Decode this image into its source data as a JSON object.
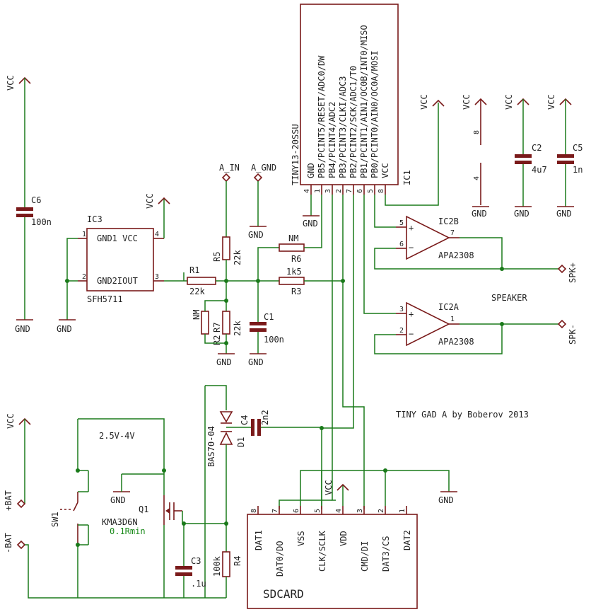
{
  "colors": {
    "wire": "#1a7a1a",
    "part": "#7a1a1a",
    "text": "#222222"
  },
  "title": "TINY GAD A by Boberov 2013",
  "labels": {
    "speaker": "SPEAKER",
    "voltage_range": "2.5V-4V",
    "spk_plus": "SPK+",
    "spk_minus": "SPK-",
    "bat_plus": "+BAT",
    "bat_minus": "-BAT",
    "a_in": "A_IN",
    "a_gnd": "A_GND"
  },
  "power": {
    "vcc": "VCC",
    "gnd": "GND"
  },
  "ic1": {
    "ref": "IC1",
    "part": "TINY13-20SSU",
    "pins": [
      {
        "num": "4",
        "name": "GND"
      },
      {
        "num": "1",
        "name": "PB5/PCINT5/RESET/ADC0/DW"
      },
      {
        "num": "3",
        "name": "PB4/PCINT4/ADC2"
      },
      {
        "num": "2",
        "name": "PB3/PCINT3/CLKI/ADC3"
      },
      {
        "num": "7",
        "name": "PB2/PCINT2/SCK/ADC1/T0"
      },
      {
        "num": "6",
        "name": "PB1/PCINT1/AIN1/OC0B/INT0/MISO"
      },
      {
        "num": "5",
        "name": "PB0/PCINT0/AIN0/OC0A/MOSI"
      },
      {
        "num": "8",
        "name": "VCC"
      }
    ]
  },
  "ic2b": {
    "ref": "IC2B",
    "part": "APA2308",
    "pin_plus": "5",
    "pin_minus": "6",
    "pin_out": "7",
    "pin_v8": "8",
    "pin_v4": "4"
  },
  "ic2a": {
    "ref": "IC2A",
    "part": "APA2308",
    "pin_plus": "3",
    "pin_minus": "2",
    "pin_out": "1"
  },
  "ic3": {
    "ref": "IC3",
    "part": "SFH5711",
    "pin1": "1",
    "pin2": "2",
    "pin3": "3",
    "pin4": "4",
    "gnd1_vcc": "GND1 VCC",
    "gnd2_iout": "GND2IOUT"
  },
  "components": {
    "c1": {
      "ref": "C1",
      "value": "100n"
    },
    "c2": {
      "ref": "C2",
      "value": "4u7"
    },
    "c3": {
      "ref": "C3",
      "value": ".1u"
    },
    "c4": {
      "ref": "C4",
      "value": "2n2"
    },
    "c5": {
      "ref": "C5",
      "value": "1n"
    },
    "c6": {
      "ref": "C6",
      "value": "100n"
    },
    "r1": {
      "ref": "R1",
      "value": "22k"
    },
    "r2": {
      "ref": "R2",
      "value": "NM"
    },
    "r3": {
      "ref": "R3",
      "value": "1k5"
    },
    "r4": {
      "ref": "R4",
      "value": "100k"
    },
    "r5": {
      "ref": "R5",
      "value": "22k"
    },
    "r6": {
      "ref": "R6",
      "value": "NM"
    },
    "r7": {
      "ref": "R7",
      "value": "22k"
    },
    "d1": {
      "ref": "D1",
      "part": "BAS70-04"
    },
    "q1": {
      "ref": "Q1",
      "part": "KMA3D6N",
      "note": "0.1Rmin"
    },
    "sw1": {
      "ref": "SW1"
    }
  },
  "sdcard": {
    "ref": "SDCARD",
    "pins": [
      {
        "num": "8",
        "name": "DAT1"
      },
      {
        "num": "7",
        "name": "DAT0/DO"
      },
      {
        "num": "6",
        "name": "VSS"
      },
      {
        "num": "5",
        "name": "CLK/SCLK"
      },
      {
        "num": "4",
        "name": "VDD"
      },
      {
        "num": "3",
        "name": "CMD/DI"
      },
      {
        "num": "2",
        "name": "DAT3/CS"
      },
      {
        "num": "1",
        "name": "DAT2"
      }
    ]
  }
}
